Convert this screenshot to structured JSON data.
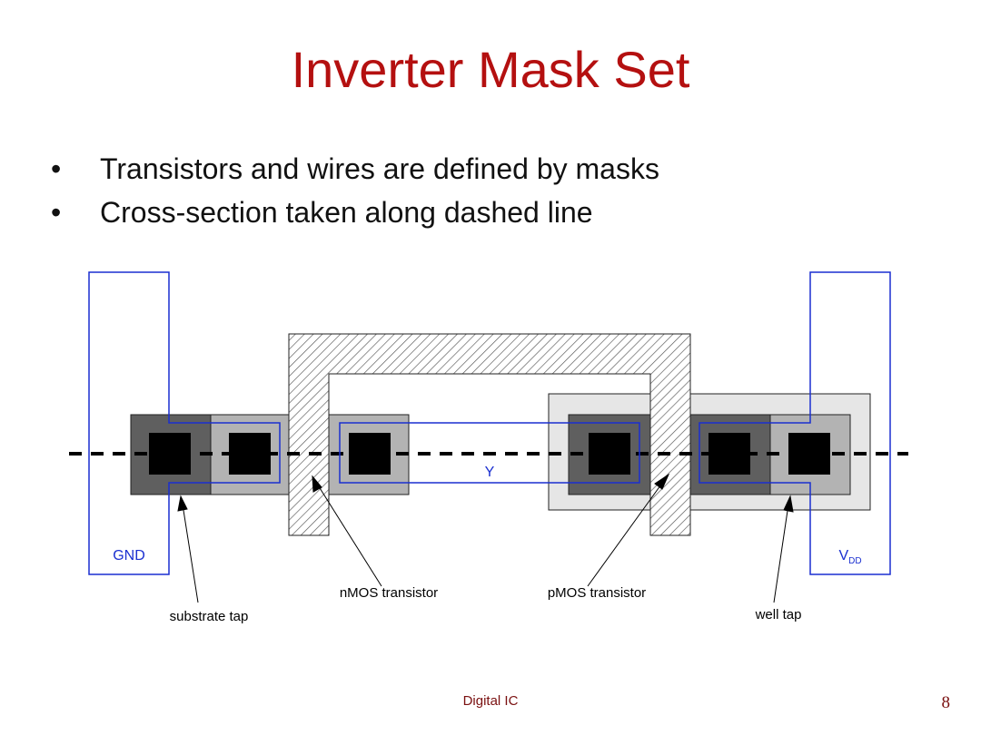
{
  "slide": {
    "title": "Inverter Mask Set",
    "bullets": [
      "Transistors and wires are defined by masks",
      "Cross-section taken along dashed line"
    ],
    "bullet_glyph": "•",
    "footer": "Digital IC",
    "page_number": "8"
  },
  "diagram": {
    "net_labels": {
      "gnd": "GND",
      "y": "Y",
      "vdd_main": "V",
      "vdd_sub": "DD"
    },
    "callouts": {
      "substrate_tap": "substrate tap",
      "nmos": "nMOS transistor",
      "pmos": "pMOS transistor",
      "well_tap": "well tap"
    },
    "colors": {
      "metal": "#1a2fd0",
      "n_well": "#e6e6e6",
      "diffusion_dark": "#5f5f5f",
      "diffusion_light": "#b3b3b3",
      "contact": "#000000",
      "title": "#b41010"
    }
  }
}
